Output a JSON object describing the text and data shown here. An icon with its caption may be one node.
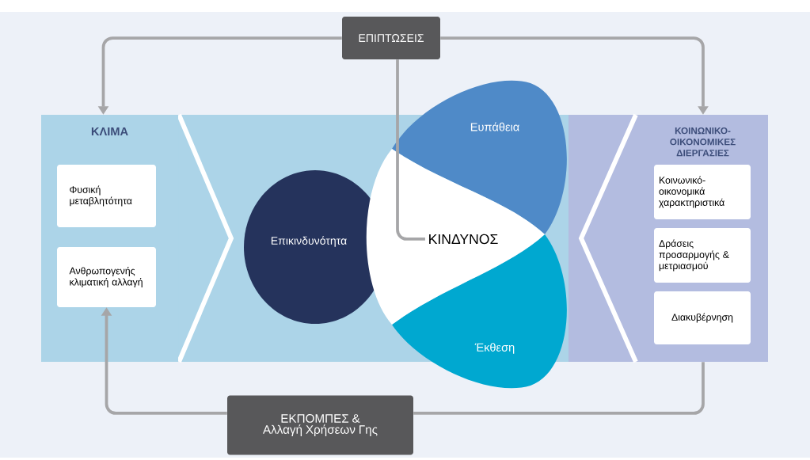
{
  "diagram": {
    "nodes": [
      {
        "text": [
          "ΕΠΙΠΤΩΣΕΙΣ"
        ]
      },
      {
        "text": [
          "ΚΛΙΜΑ"
        ]
      },
      {
        "text": [
          "Φυσική μεταβλητότητα"
        ],
        "in": 1
      },
      {
        "text": [
          "Ανθρωπογενής κλιματική αλλαγή"
        ],
        "in": 1
      },
      {
        "text": [
          "ΚΟΙΝΩΝΙΚΟ- ΟΙΚΟΝΟΜΙΚΕΣ ΔΙΕΡΓΑΣΙΕΣ"
        ]
      },
      {
        "text": [
          "Κοινωνικό- οικονομικά χαρακτηριστικά"
        ],
        "in": 4
      },
      {
        "text": [
          "Δράσεις προσαρμογής & μετριασμού"
        ],
        "in": 4
      },
      {
        "text": [
          "Διακυβέρνηση"
        ],
        "in": 4
      },
      {
        "text": [
          "Επικινδυνότητα"
        ]
      },
      {
        "text": [
          "Ευπάθεια"
        ]
      },
      {
        "text": [
          "Έκθεση"
        ]
      },
      {
        "text": [
          "ΚΙΝΔΥΝΟΣ"
        ]
      },
      {
        "text": [
          "ΕΚΠΟΜΠΕΣ & Αλλαγή Χρήσεων Γης"
        ]
      }
    ],
    "edges": [
      {
        "from": 0,
        "to": 1,
        "arrow": "to"
      },
      {
        "from": 0,
        "to": 4,
        "arrow": "to"
      },
      {
        "from": 0,
        "to": 11,
        "arrow": "none"
      },
      {
        "from": 4,
        "to": 12,
        "arrow": "none"
      },
      {
        "from": 12,
        "to": 3,
        "arrow": "to"
      }
    ]
  }
}
